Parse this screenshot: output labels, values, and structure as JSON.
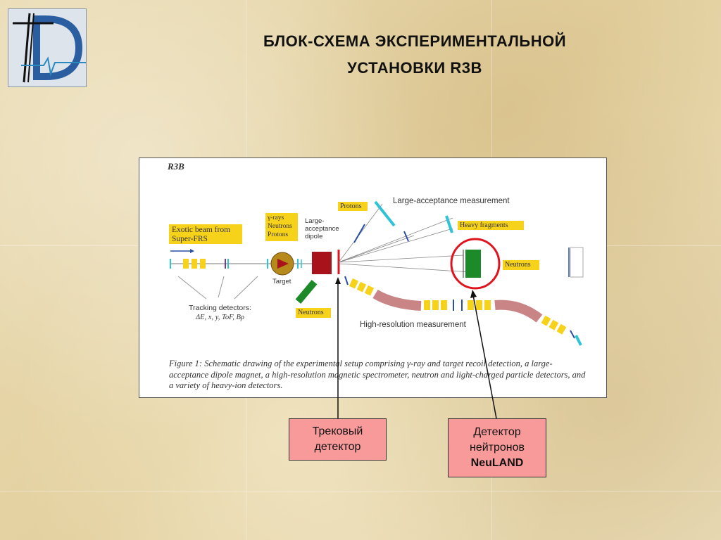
{
  "slide": {
    "title_line1": "БЛОК-СХЕМА ЭКСПЕРИМЕНТАЛЬНОЙ",
    "title_line2": "УСТАНОВКИ  R3B"
  },
  "logo": {
    "icon": "lpd-logo-icon"
  },
  "figure": {
    "heading": "R3B",
    "labels": {
      "exotic_beam_line1": "Exotic beam from",
      "exotic_beam_line2": "Super-FRS",
      "gamma_rays": "γ-rays",
      "neutrons_top": "Neutrons",
      "protons_top": "Protons",
      "dipole_line1": "Large-",
      "dipole_line2": "acceptance",
      "dipole_line3": "dipole",
      "target": "Target",
      "tracking_line1": "Tracking detectors:",
      "tracking_line2": "ΔE, x, y, ToF, Bρ",
      "neutrons_bottom": "Neutrons",
      "protons_right": "Protons",
      "large_acceptance": "Large-acceptance measurement",
      "heavy_fragments": "Heavy fragments",
      "neutrons_right": "Neutrons",
      "high_resolution": "High-resolution measurement"
    },
    "caption": "Figure 1: Schematic drawing of the experimental setup comprising γ-ray and target recoil detection, a large-acceptance dipole magnet, a high-resolution magnetic spectrometer, neutron and light-charged particle detectors, and a variety of heavy-ion detectors."
  },
  "callouts": {
    "tracking_line1": "Трековый",
    "tracking_line2": "детектор",
    "neutron_line1": "Детектор",
    "neutron_line2": "нейтронов",
    "neutron_line3": "NeuLAND"
  },
  "colors": {
    "label_fill": "#f6d21a",
    "callout_fill": "#f99a9a",
    "highlight_circle": "#e0141e",
    "magnet": "#a8121a",
    "neutron_detector": "#1d8a2a",
    "spectrometer": "#c98486",
    "detector_cyan": "#2ec4d6"
  }
}
